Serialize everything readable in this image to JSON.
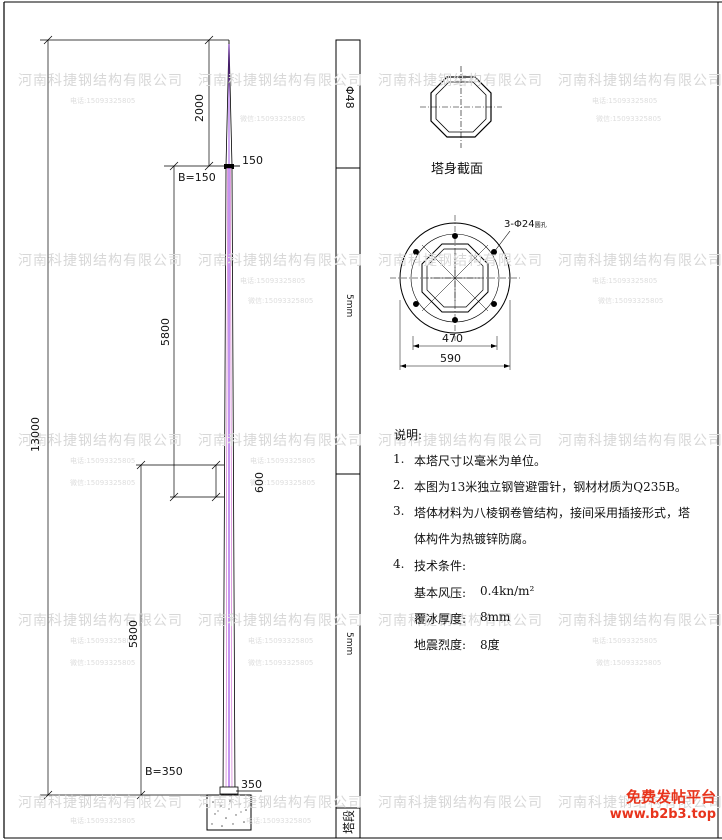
{
  "watermark": {
    "company": "河南科捷钢结构有限公司",
    "phone": "电话:15093325805",
    "wechat": "微信:15093325805"
  },
  "dimensions": {
    "total_height": "13000",
    "top_rod": "2000",
    "rod_joint": "150",
    "b_top": "B=150",
    "section_upper": "5800",
    "section_lower": "5800",
    "overlap": "600",
    "b_bottom": "B=350",
    "base_joint": "350"
  },
  "tower_column": {
    "top_label": "Φ48",
    "middle_label": "5mm",
    "lower_label": "5mm",
    "bottom_label": "塔段"
  },
  "cross_section": {
    "caption": "塔身截面"
  },
  "base_plate": {
    "bolt_label": "3-Φ24",
    "bolt_label_small": "圆孔",
    "inner_dim": "470",
    "outer_dim": "590"
  },
  "notes": {
    "heading": "说明:",
    "items": [
      {
        "num": "1.",
        "text": "本塔尺寸以毫米为单位。"
      },
      {
        "num": "2.",
        "text": "本图为13米独立钢管避雷针，钢材材质为Q235B。"
      },
      {
        "num": "3.",
        "text": "塔体材料为八棱钢卷管结构，接间采用插接形式，塔"
      },
      {
        "num": "",
        "text": "体构件为热镀锌防腐。"
      },
      {
        "num": "4.",
        "text": "技术条件:"
      }
    ],
    "conditions": [
      {
        "label": "基本风压:",
        "value": "0.4kn/m²"
      },
      {
        "label": "覆冰厚度:",
        "value": "8mm"
      },
      {
        "label": "地震烈度:",
        "value": "8度"
      }
    ]
  },
  "badge": {
    "line1": "免费发帖平台",
    "line2": "www.b2b3.top",
    "color": "#e8341c"
  }
}
